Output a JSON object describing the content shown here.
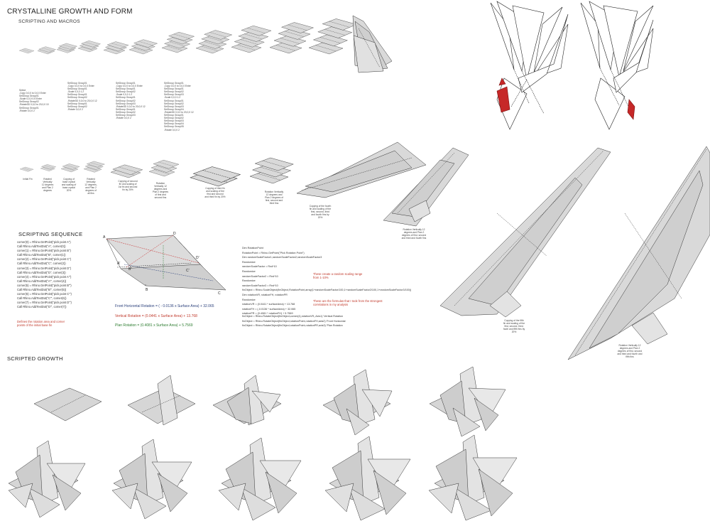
{
  "header": {
    "title": "CRYSTALLINE GROWTH AND FORM",
    "subtitle": "SCRIPTING AND MACROS"
  },
  "macros": [
    "Select\n-Copy 0,0,0 to 0,0,0 Enter\nSelGroup Group01\n-Scale 0,0,0 0.5 Enter\nSelGroup Group02\n-Rotate3D 0,0,0 to 20,0,0 10\nSelGroup Group01\n-Rotate 0,0,0 2",
    "SelGroup Group01\n-Copy 0,0,0 to 0,0,0 Enter\nSelGroup Group01\n-Scale 0,0,0 1.2\nSelGroup Group01\nSelGroup Group02\n-Rotate3D 0,0,0 to 20,0,0 12\nSelGroup Group01\nSelGroup Group02\n-Rotate 0,0,0 2",
    "SelGroup Group01\n-Copy 0,0,0 to 0,0,0 Enter\nSelGroup Group01\nSelGroup Group02\n-Scale 0,0,0 1.2\nSelGroup Group01\nSelGroup Group02\nSelGroup Group03\n-Rotate3D 0,0,0 to 20,0,0 12\nSelGroup Group01\nSelGroup Group02\nSelGroup Group03\n-Rotate 0,0,0 2",
    "SelGroup Group01\n-Copy 0,0,0 to 0,0,0 Enter\nSelGroup Group01\nSelGroup Group02\nSelGroup Group03\n-Scale 0,0,0 1.2\nSelGroup Group01\nSelGroup Group02\nSelGroup Group03\nSelGroup Group04\n-Rotate3D 0,0,0 to 20,0,0 12\nSelGroup Group01\nSelGroup Group02\nSelGroup Group03\nSelGroup Group04\nSelGroup Group05\n-Rotate 0,0,0 2"
  ],
  "step_captions": [
    "Initial Fin",
    "Rotated\nVertically\n12 degrees\nand Plan 2\ndegrees",
    "Copying of\nbase crystal\nand scaling of\nbase crystal\n20%",
    "Rotated\nVertically\n12 degrees,\nand Plan 2\ndegrees of\nall fins",
    "Copying of second\nfin and scaling of\n1st fin and second\nfin by 20%",
    "Rotation\nVertically 12\ndegrees and\nPlan 2 degrees\nof first and\nsecond fins",
    "Copying of third fin\nand scaling of the\nfirst and second\nand third fin by 20%",
    "Rotation Vertically\n12 degrees and\nPlan 2 degrees of\nfirst, second and\nthird fins",
    "Copying of the fourth\nfin and scaling of the\nfirst, second, third\nand fourth fins by\n20%",
    "Rotation Vertically 12\ndegrees and Plan 2\ndegrees of first, second\nand third and fourth fins",
    "Copying of the fifth\nfin and scaling of the\nfirst, second, third,\nfouth and fifth fins by\n20%",
    "Rotation Vertically 12\ndegrees and Plan 2\ndegrees of first, second\nand third and fourth and\nfifth fins"
  ],
  "scripting": {
    "heading": "SCRIPTING SEQUENCE",
    "left_code": "corner(0) = Rhino.GetPoint(\"pick point A\")\nCall Rhino.AddTextDot(\"A\", corner(0))\ncorner(1) = Rhino.GetPoint(\"pick point B\")\nCall Rhino.AddTextDot(\"B\", corner(1))\ncorner(2) = Rhino.GetPoint(\"pick point C\")\nCall Rhino.AddTextDot(\"C\", corner(2))\ncorner(3) = Rhino.GetPoint(\"pick point D\")\nCall Rhino.AddTextDot(\"D\", corner(3))\ncorner(4) = Rhino.GetPoint(\"pick point A'\")\nCall Rhino.AddTextDot(\"A'\", corner(4))\ncorner(5) = Rhino.GetPoint(\"pick point B'\")\nCall Rhino.AddTextDot(\"B'\", corner(5))\ncorner(6) = Rhino.GetPoint(\"pick point C'\")\nCall Rhino.AddTextDot(\"C'\", corner(6))\ncorner(7) = Rhino.GetPoint(\"pick point D'\")\nCall Rhino.AddTextDot(\"D'\", corner(7))",
    "left_note": "Defines the rotation area and corner\npoints of the initial base fin",
    "diagram_labels": [
      "A",
      "B",
      "C",
      "D",
      "A'",
      "B'",
      "C'",
      "D'"
    ],
    "formulas": {
      "front": "Front Horizontal Rotation = ( - 0.0136 x Surface Area) + 32.065",
      "vertical": "Vertical Rotation = (0.0441 x Surface Area) + 13.768",
      "plan": "Plan Rotation = (0.4081 x Surface  Area) + 5.7569"
    },
    "right_code_1": "Dim RotationPoint\nRotationPoint = Rhino.GetPoint(\"Pick Rotation Point\")\nDim randomScaleFactor1,randomScaleFactor2,randomScaleFactor3\nRandomize\nrandomScaleFactor = Rnd*10\nRandomize\nrandomScaleFactor2 = Rnd*10\nRandomize\nrandomScaleFactor3 = Rnd*10\nfinObject = Rhino.ScaleObject(finObject,RotationPoint,array(1+randomScaleFactor/100,1+randomScaleFactor2/100,1+randomScaleFactor3/100))\nDim rotationVR, rotationFH, rotationPR\nRandomize\nrotationVR = (0.0441 * surfaceArea) + 13.768\nrotationFH = (-0.0136 * surfaceArea) + 32.065\nrotationPR = (0.4081 * rotationFH) + 5.7569",
    "red_note_1": "These create a random scaling range\nfrom 1-10%",
    "red_note_2": "These are the formulas that I took from the strongest\ncorrelations in my analysis",
    "right_code_2": "finObject = Rhino.RotateObject(finObject,corner(4),rotationVR,,Axis1) 'Vertical Rotation\nfinObject = Rhino.RotateObject(finObject,rotationPoint,rotationFH,axis2) 'Front Horizontal\nfinObject = Rhino.RotateObject(finObject,rotationPoint,rotationPR,axis3) 'Plan Rotation"
  },
  "growth": {
    "heading": "SCRIPTED GROWTH"
  },
  "colors": {
    "fin_fill": "#d6d6d6",
    "fin_stroke": "#3a3a3a",
    "accent_red": "#c62828",
    "formula_blue": "#2a3f7a",
    "formula_green": "#2e7d32"
  }
}
